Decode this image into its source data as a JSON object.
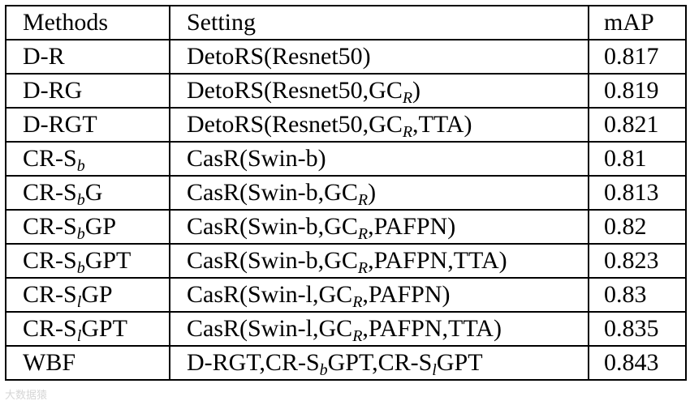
{
  "table": {
    "headers": [
      "Methods",
      "Setting",
      "mAP"
    ],
    "rows": [
      {
        "method": [
          {
            "t": "D-R"
          }
        ],
        "setting": [
          {
            "t": "DetoRS(Resnet50)"
          }
        ],
        "map": "0.817"
      },
      {
        "method": [
          {
            "t": "D-RG"
          }
        ],
        "setting": [
          {
            "t": "DetoRS(Resnet50,GC"
          },
          {
            "t": "R",
            "sub": true
          },
          {
            "t": ")"
          }
        ],
        "map": "0.819"
      },
      {
        "method": [
          {
            "t": "D-RGT"
          }
        ],
        "setting": [
          {
            "t": "DetoRS(Resnet50,GC"
          },
          {
            "t": "R",
            "sub": true
          },
          {
            "t": ",TTA)"
          }
        ],
        "map": "0.821"
      },
      {
        "method": [
          {
            "t": "CR-S"
          },
          {
            "t": "b",
            "sub": true
          }
        ],
        "setting": [
          {
            "t": "CasR(Swin-b)"
          }
        ],
        "map": "0.81"
      },
      {
        "method": [
          {
            "t": "CR-S"
          },
          {
            "t": "b",
            "sub": true
          },
          {
            "t": "G"
          }
        ],
        "setting": [
          {
            "t": "CasR(Swin-b,GC"
          },
          {
            "t": "R",
            "sub": true
          },
          {
            "t": ")"
          }
        ],
        "map": "0.813"
      },
      {
        "method": [
          {
            "t": "CR-S"
          },
          {
            "t": "b",
            "sub": true
          },
          {
            "t": "GP"
          }
        ],
        "setting": [
          {
            "t": "CasR(Swin-b,GC"
          },
          {
            "t": "R",
            "sub": true
          },
          {
            "t": ",PAFPN)"
          }
        ],
        "map": "0.82"
      },
      {
        "method": [
          {
            "t": "CR-S"
          },
          {
            "t": "b",
            "sub": true
          },
          {
            "t": "GPT"
          }
        ],
        "setting": [
          {
            "t": "CasR(Swin-b,GC"
          },
          {
            "t": "R",
            "sub": true
          },
          {
            "t": ",PAFPN,TTA)"
          }
        ],
        "map": "0.823"
      },
      {
        "method": [
          {
            "t": "CR-S"
          },
          {
            "t": "l",
            "sub": true
          },
          {
            "t": "GP"
          }
        ],
        "setting": [
          {
            "t": "CasR(Swin-l,GC"
          },
          {
            "t": "R",
            "sub": true
          },
          {
            "t": ",PAFPN)"
          }
        ],
        "map": "0.83"
      },
      {
        "method": [
          {
            "t": "CR-S"
          },
          {
            "t": "l",
            "sub": true
          },
          {
            "t": "GPT"
          }
        ],
        "setting": [
          {
            "t": "CasR(Swin-l,GC"
          },
          {
            "t": "R",
            "sub": true
          },
          {
            "t": ",PAFPN,TTA)"
          }
        ],
        "map": "0.835"
      },
      {
        "method": [
          {
            "t": "WBF"
          }
        ],
        "setting": [
          {
            "t": "D-RGT,CR-S"
          },
          {
            "t": "b",
            "sub": true
          },
          {
            "t": "GPT,CR-S"
          },
          {
            "t": "l",
            "sub": true
          },
          {
            "t": "GPT"
          }
        ],
        "map": "0.843"
      }
    ]
  },
  "watermark": "大数据猿"
}
